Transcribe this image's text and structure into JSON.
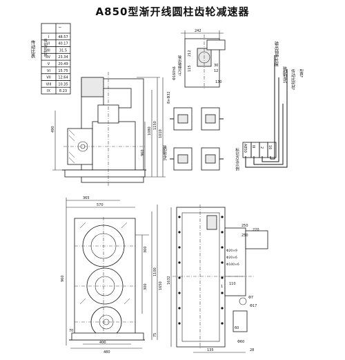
{
  "title": "A850型渐开线圆柱齿轮减速器",
  "ratio_table": {
    "side_label": "传动比表",
    "row_labels": [
      "传动比代号",
      "i"
    ],
    "codes": [
      "I",
      "II",
      "III",
      "IV",
      "V",
      "VI",
      "VII",
      "VIII",
      "IX"
    ],
    "ratios": [
      "48.57",
      "40.17",
      "31.5",
      "23.34",
      "20.49",
      "15.75",
      "12.64",
      "10.35",
      "8.23"
    ]
  },
  "designation": {
    "header": "标记方法示例",
    "parts": [
      "A850",
      "III",
      "2",
      "16"
    ],
    "labels": [
      "输出轴伸长度",
      "装配型式",
      "传动比代号",
      "型号"
    ]
  },
  "assembly_label": "装配型式",
  "shaft_label": "输出轴伸尺寸",
  "dims": {
    "top_front": [
      "960",
      "1080",
      "1150",
      "1010"
    ],
    "left": [
      "490"
    ],
    "small_fig": [
      "242",
      "212",
      "115",
      "Φ160h6",
      "8×Φ32",
      "30",
      "12",
      "130"
    ],
    "front": [
      "365",
      "570",
      "300",
      "300",
      "1100",
      "960",
      "1650",
      "75",
      "70",
      "400",
      "480"
    ],
    "side": [
      "220",
      "250",
      "250",
      "110",
      "Φ20×9",
      "Φ20×6",
      "Φ7",
      "Φ100×6",
      "Φ17",
      "Φ60",
      "60",
      "135",
      "28",
      "1632",
      "1"
    ]
  }
}
